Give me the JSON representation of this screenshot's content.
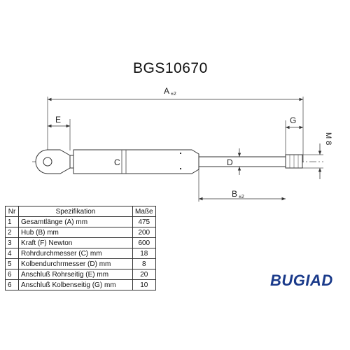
{
  "part_number": "BGS10670",
  "drawing": {
    "label_a": "A",
    "label_a_sub": "±2",
    "label_b": "B",
    "label_b_sub": "±2",
    "label_e": "E",
    "label_g": "G",
    "label_c": "C",
    "label_d": "D",
    "label_m8": "M 8"
  },
  "table": {
    "headers": [
      "Nr",
      "Spezifikation",
      "Maße"
    ],
    "rows": [
      {
        "nr": "1",
        "desc": "Gesamtlänge (A) mm",
        "value": "475"
      },
      {
        "nr": "2",
        "desc": "Hub (B)  mm",
        "value": "200"
      },
      {
        "nr": "3",
        "desc": "Kraft (F) Newton",
        "value": "600"
      },
      {
        "nr": "4",
        "desc": "Rohrdurchmesser (C) mm",
        "value": "18"
      },
      {
        "nr": "5",
        "desc": "Kolbendurchrmesser (D) mm",
        "value": "8"
      },
      {
        "nr": "6",
        "desc": "Anschluß Rohrseitig (E) mm",
        "value": "20"
      },
      {
        "nr": "6",
        "desc": "Anschluß Kolbenseitig (G) mm",
        "value": "10"
      }
    ]
  },
  "brand": "BUGIAD",
  "colors": {
    "line": "#333333",
    "brand": "#1a3a8a"
  }
}
